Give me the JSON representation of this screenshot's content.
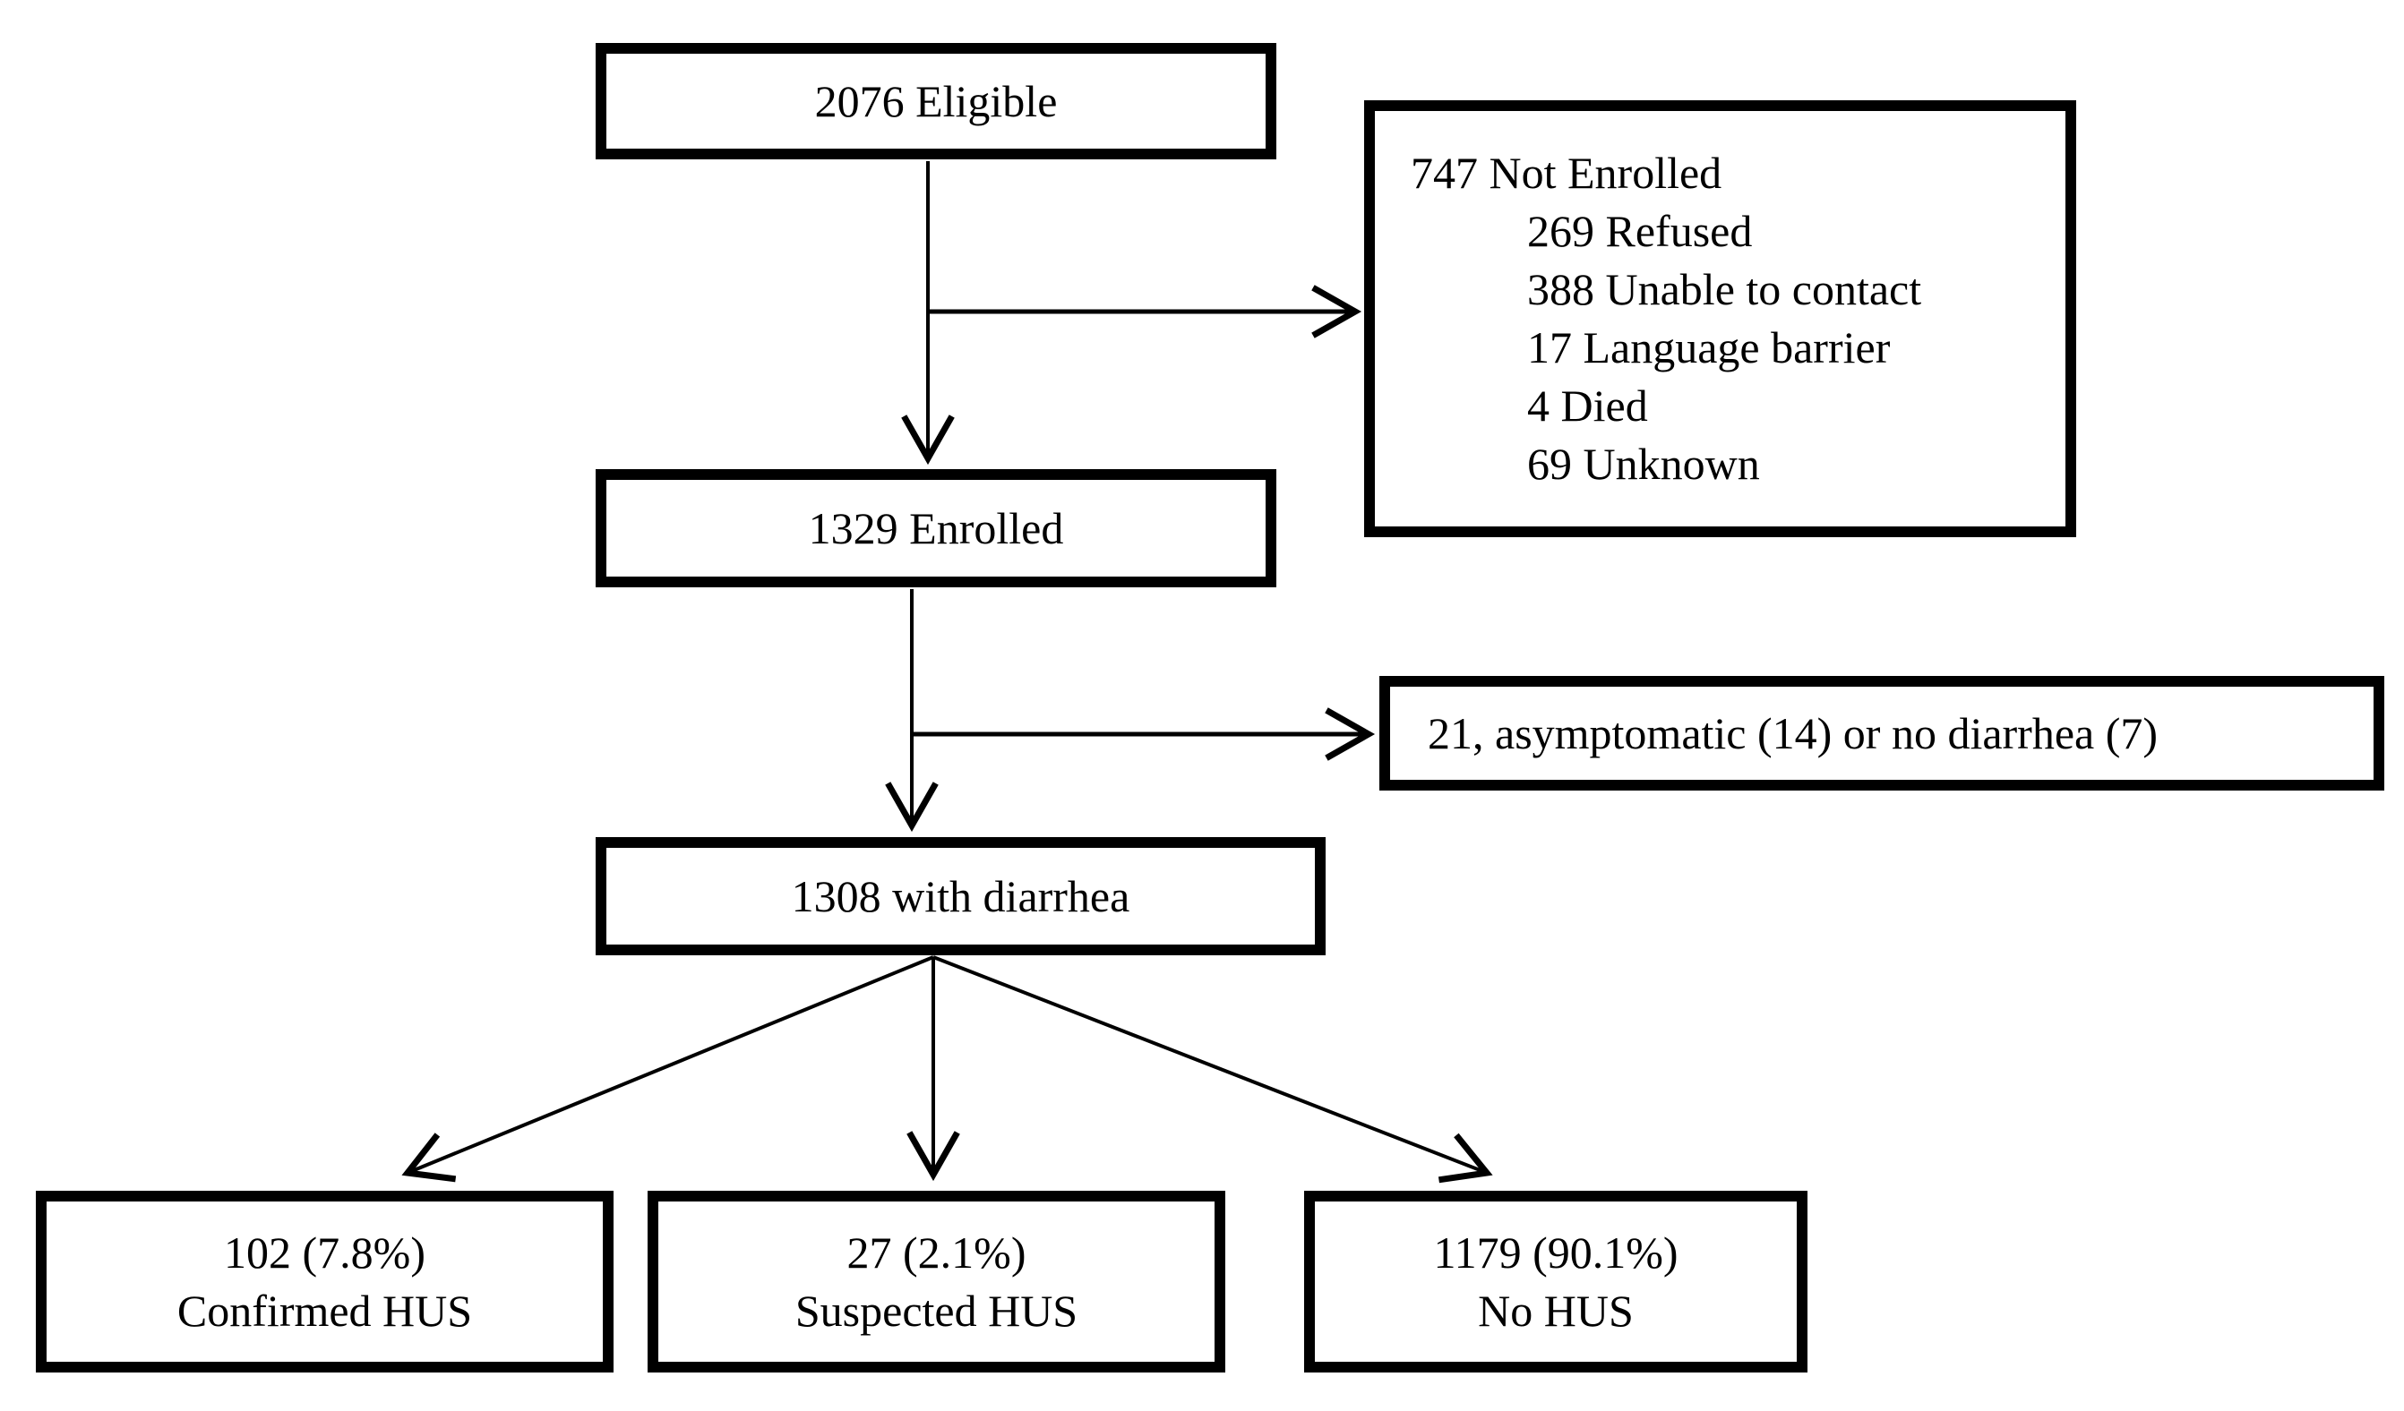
{
  "diagram": {
    "type": "flowchart",
    "colors": {
      "border": "#000000",
      "background": "#ffffff",
      "text": "#000000",
      "arrow": "#000000"
    },
    "boxes": {
      "eligible": {
        "label": "2076 Eligible"
      },
      "not_enrolled": {
        "label": "747 Not Enrolled",
        "reasons": [
          "269 Refused",
          "388 Unable to contact",
          "17 Language barrier",
          "4 Died",
          "69 Unknown"
        ]
      },
      "enrolled": {
        "label": "1329 Enrolled"
      },
      "excluded": {
        "label": "21, asymptomatic (14) or no diarrhea (7)"
      },
      "diarrhea": {
        "label": "1308 with diarrhea"
      },
      "confirmed_hus": {
        "line1": "102 (7.8%)",
        "line2": "Confirmed HUS"
      },
      "suspected_hus": {
        "line1": "27 (2.1%)",
        "line2": "Suspected HUS"
      },
      "no_hus": {
        "line1": "1179 (90.1%)",
        "line2": "No HUS"
      }
    }
  }
}
